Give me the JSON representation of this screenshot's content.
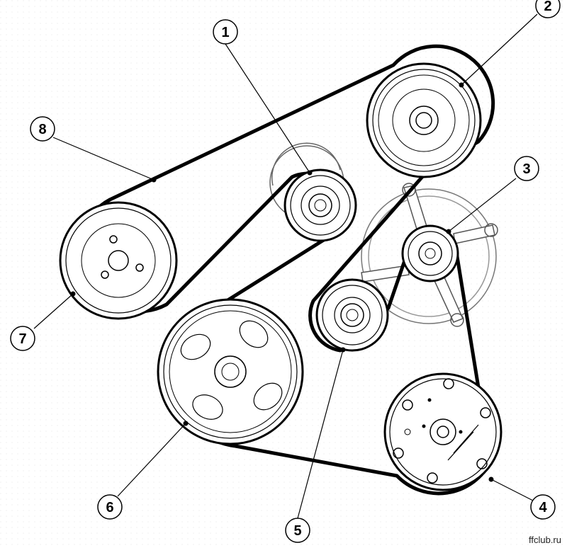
{
  "callouts": {
    "c1": "1",
    "c2": "2",
    "c3": "3",
    "c4": "4",
    "c5": "5",
    "c6": "6",
    "c7": "7",
    "c8": "8"
  },
  "watermark": "ffclub.ru"
}
